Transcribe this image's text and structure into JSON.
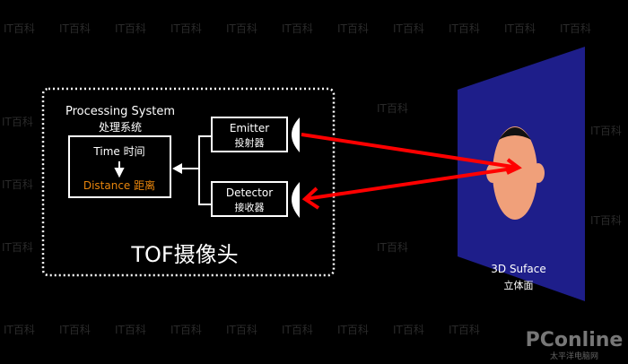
{
  "camera": {
    "title": "TOF摄像头",
    "processing_en": "Processing System",
    "processing_zh": "处理系统",
    "time_label": "Time 时间",
    "distance_label": "Distance 距离",
    "emitter_en": "Emitter",
    "emitter_zh": "投射器",
    "detector_en": "Detector",
    "detector_zh": "接收器"
  },
  "surface": {
    "label_en": "3D Suface",
    "label_zh": "立体面"
  },
  "watermark": {
    "text": "IT百科",
    "logo": "PConline",
    "logo_sub": "太平洋电脑网"
  },
  "colors": {
    "accent": "#e8850c",
    "beam": "#ff0000",
    "surface": "#1e1e8a",
    "face": "#f0a07a"
  }
}
